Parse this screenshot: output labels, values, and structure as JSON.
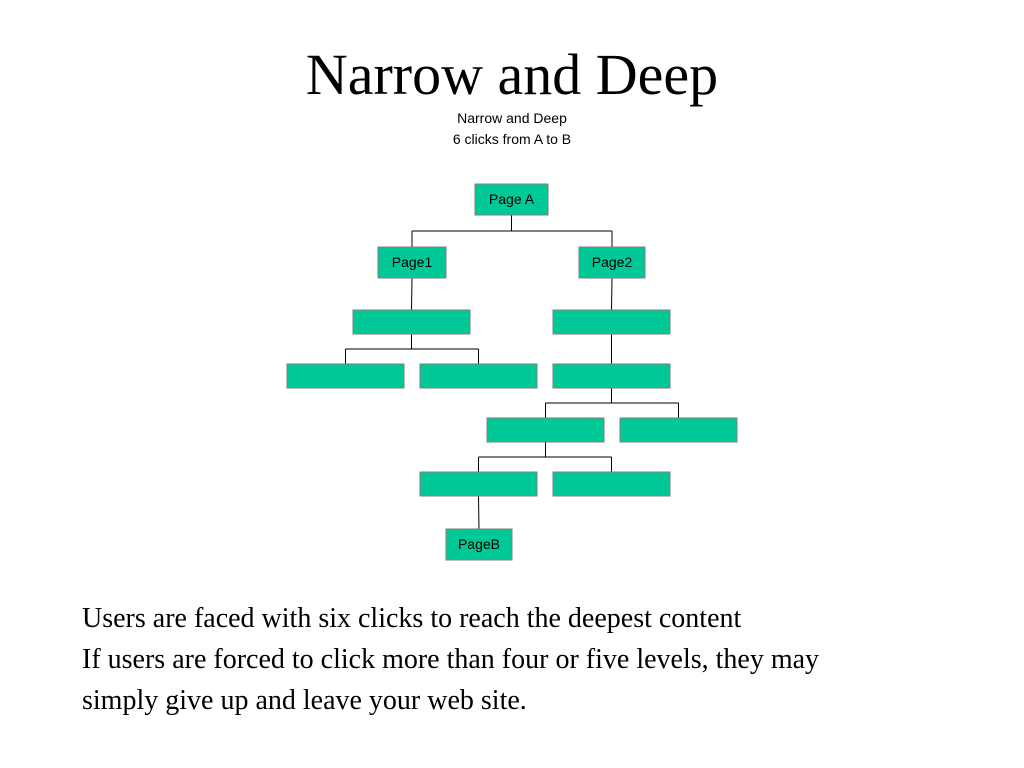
{
  "slide": {
    "title": "Narrow and Deep",
    "caption_lines": [
      "Narrow and Deep",
      "6 clicks from A to B"
    ],
    "body_lines": [
      "Users are faced with six clicks to reach the deepest content",
      "If users are forced to click more than four or five levels, they may",
      "simply give up and leave your web site."
    ]
  },
  "diagram": {
    "node_fill": "#00C896",
    "node_stroke": "#7f7f7f",
    "line_color": "#000000",
    "nodes": [
      {
        "id": "page-a",
        "label": "Page A"
      },
      {
        "id": "page1",
        "label": "Page1"
      },
      {
        "id": "page2",
        "label": "Page2"
      },
      {
        "id": "l2-left",
        "label": ""
      },
      {
        "id": "l2-right",
        "label": ""
      },
      {
        "id": "l3-a",
        "label": ""
      },
      {
        "id": "l3-b",
        "label": ""
      },
      {
        "id": "l3-c",
        "label": ""
      },
      {
        "id": "l4-a",
        "label": ""
      },
      {
        "id": "l4-b",
        "label": ""
      },
      {
        "id": "l5-a",
        "label": ""
      },
      {
        "id": "l5-b",
        "label": ""
      },
      {
        "id": "page-b",
        "label": "PageB"
      }
    ],
    "edges": [
      {
        "from": "page-a",
        "to": [
          "page1",
          "page2"
        ]
      },
      {
        "from": "page1",
        "to": [
          "l2-left"
        ]
      },
      {
        "from": "page2",
        "to": [
          "l2-right"
        ]
      },
      {
        "from": "l2-left",
        "to": [
          "l3-a",
          "l3-b"
        ]
      },
      {
        "from": "l2-right",
        "to": [
          "l3-c"
        ]
      },
      {
        "from": "l3-c",
        "to": [
          "l4-a",
          "l4-b"
        ]
      },
      {
        "from": "l4-a",
        "to": [
          "l5-a",
          "l5-b"
        ]
      },
      {
        "from": "l5-a",
        "to": [
          "page-b"
        ]
      }
    ]
  }
}
